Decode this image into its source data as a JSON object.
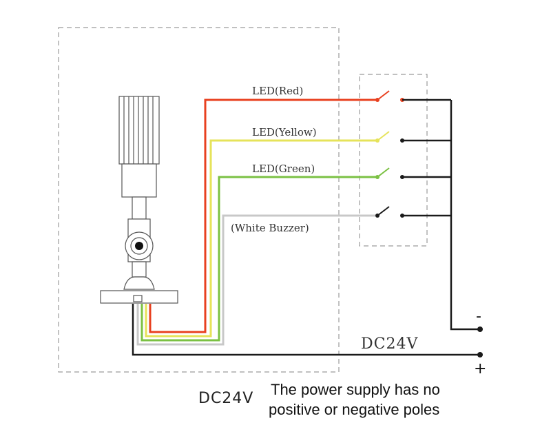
{
  "labels": {
    "led_red": "LED(Red)",
    "led_yellow": "LED(Yellow)",
    "led_green": "LED(Green)",
    "white_buzzer": "(White Buzzer)",
    "dc_inner": "DC24V",
    "dc_outer": "DC24V",
    "note_line1": "The power supply has no",
    "note_line2": "positive or negative poles",
    "minus": "-",
    "plus": "+"
  },
  "colors": {
    "red": "#e8401f",
    "yellow": "#e6e35a",
    "green": "#7bc143",
    "white": "#c8c8c8",
    "black": "#1a1a1a",
    "dashed": "#999999"
  },
  "icons": {
    "tower_light": "signal-tower-icon",
    "switch": "switch-icon"
  }
}
